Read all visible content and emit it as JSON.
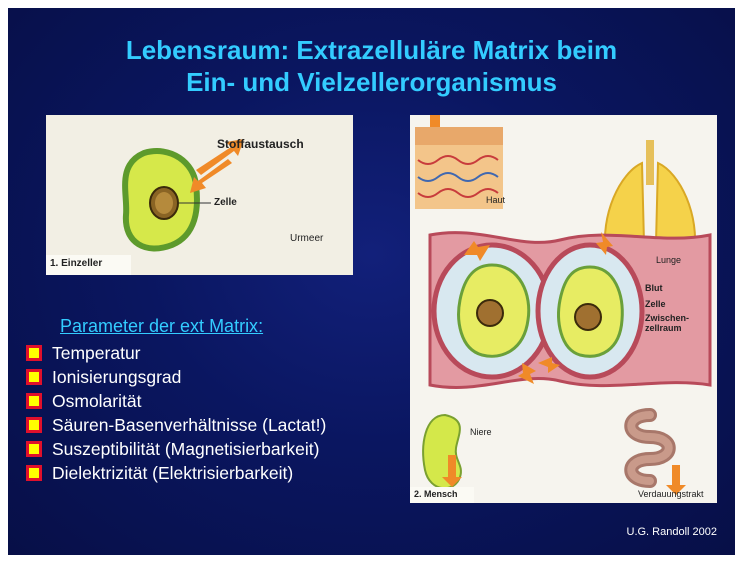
{
  "slide": {
    "title_line1": "Lebensraum: Extrazelluläre Matrix beim",
    "title_line2": "Ein- und Vielzellerorganismus",
    "footer_credit": "U.G. Randoll 2002"
  },
  "figure_einzeller": {
    "label_stoffaustausch": "Stoffaustausch",
    "label_zelle": "Zelle",
    "label_urmeer": "Urmeer",
    "caption": "1. Einzeller"
  },
  "figure_mensch": {
    "label_haut": "Haut",
    "label_lunge": "Lunge",
    "label_blut": "Blut",
    "label_zelle": "Zelle",
    "label_zwischen1": "Zwischen-",
    "label_zwischen2": "zellraum",
    "label_niere": "Niere",
    "label_verdauung": "Verdauungstrakt",
    "caption": "2. Mensch"
  },
  "parameters": {
    "heading": "Parameter der ext Matrix",
    "heading_suffix": ":",
    "items": [
      "Temperatur",
      "Ionisierungsgrad",
      "Osmolarität",
      "Säuren-Basenverhältnisse (Lactat!)",
      "Suszeptibilität (Magnetisierbarkeit)",
      "Dielektrizität (Elektrisierbarkeit)"
    ]
  },
  "colors": {
    "background": "#0a1660",
    "title": "#33ccff",
    "bullet_fill": "#ffff00",
    "bullet_border": "#e0102c"
  }
}
